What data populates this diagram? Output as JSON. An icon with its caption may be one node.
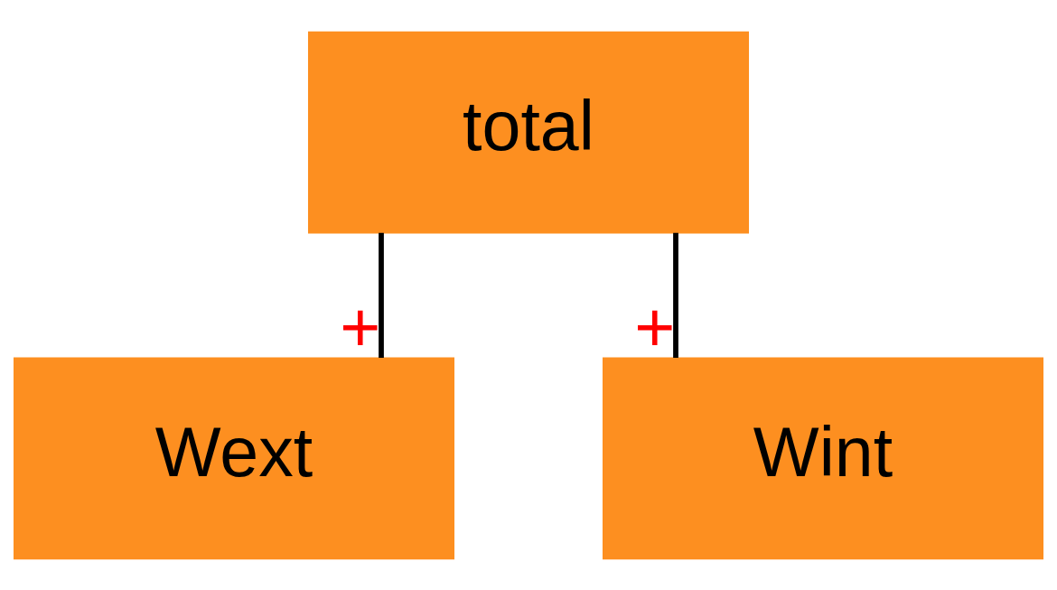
{
  "diagram": {
    "nodes": [
      {
        "text": [
          "total"
        ]
      },
      {
        "text": [
          "Wext"
        ]
      },
      {
        "text": [
          "Wint"
        ]
      }
    ],
    "edges": [
      {
        "from": 0,
        "to": 1,
        "arrow": "none",
        "label": "+"
      },
      {
        "from": 0,
        "to": 2,
        "arrow": "none",
        "label": "+"
      }
    ]
  }
}
